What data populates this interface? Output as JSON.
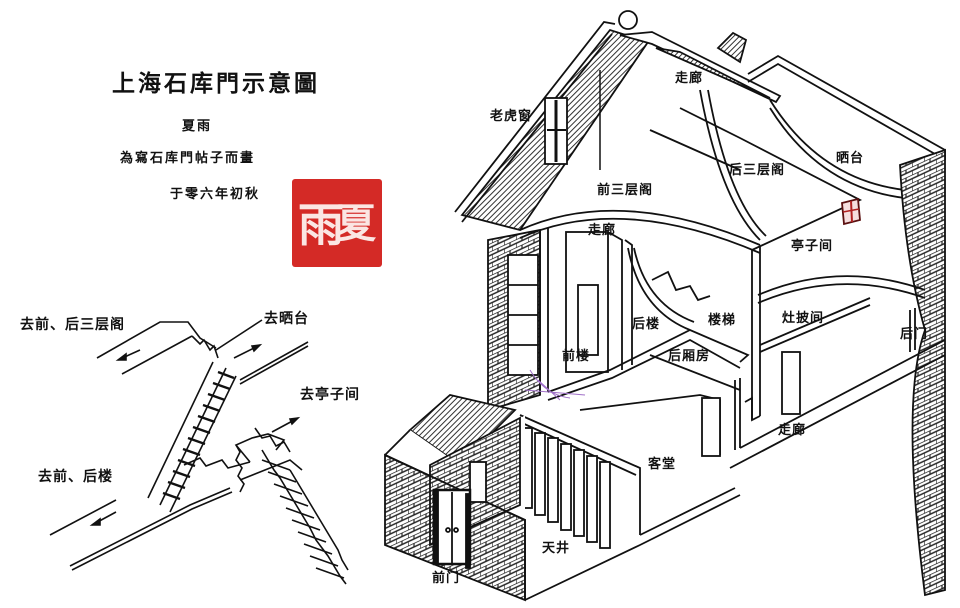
{
  "title": {
    "main": "上海石库門示意圖",
    "author": "夏雨",
    "caption": "為寫石库門帖子而畫",
    "date": "于零六年初秋"
  },
  "seal": {
    "chars_left": "雨",
    "chars_right": "夏",
    "color": "#d42a26"
  },
  "stair_diagram": {
    "labels": {
      "to_front_back_third_floor": "去前、后三层阁",
      "to_terrace": "去晒台",
      "to_pavilion_room": "去亭子间",
      "to_front_back_building": "去前、后楼"
    }
  },
  "house_diagram": {
    "rooms": {
      "dormer_window": "老虎窗",
      "corridor_top": "走廊",
      "front_third_floor": "前三层阁",
      "back_third_floor": "后三层阁",
      "terrace": "晒台",
      "corridor_mid": "走廊",
      "pavilion_room": "亭子间",
      "back_building": "后楼",
      "staircase": "楼梯",
      "kitchen": "灶披间",
      "back_door": "后门",
      "front_building": "前楼",
      "back_wing_room": "后厢房",
      "living_hall": "客堂",
      "corridor_ground": "走廊",
      "courtyard": "天井",
      "front_gate": "前门"
    }
  },
  "colors": {
    "line": "#111111",
    "background": "#ffffff",
    "seal_red": "#d42a26",
    "window_red": "#b02020"
  }
}
